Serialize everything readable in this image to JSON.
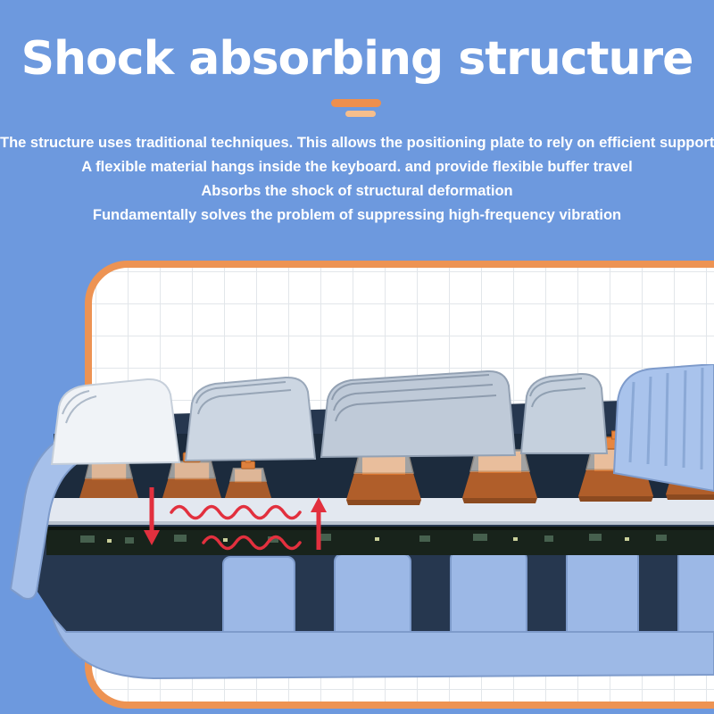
{
  "header": {
    "title": "Shock absorbing structure",
    "description_lines": [
      "The structure uses traditional techniques. This allows the positioning plate to rely on efficient support",
      "A flexible material hangs inside the keyboard. and provide flexible buffer travel",
      "Absorbs the shock of structural deformation",
      "Fundamentally solves the problem of suppressing high-frequency vibration"
    ]
  },
  "colors": {
    "background_blue": "#6D99DE",
    "panel_border_orange": "#ED9353",
    "accent_orange": "#EE8F4D",
    "annotation_red": "#E2303E",
    "switch_orange": "#D9752F",
    "case_light_blue": "#A3BFE9",
    "interior_navy": "#26374F"
  },
  "illustration": {
    "name": "keyboard-shock-absorbing-cross-section",
    "annotations": [
      "down-arrow",
      "vibration-waves",
      "up-arrow"
    ]
  }
}
